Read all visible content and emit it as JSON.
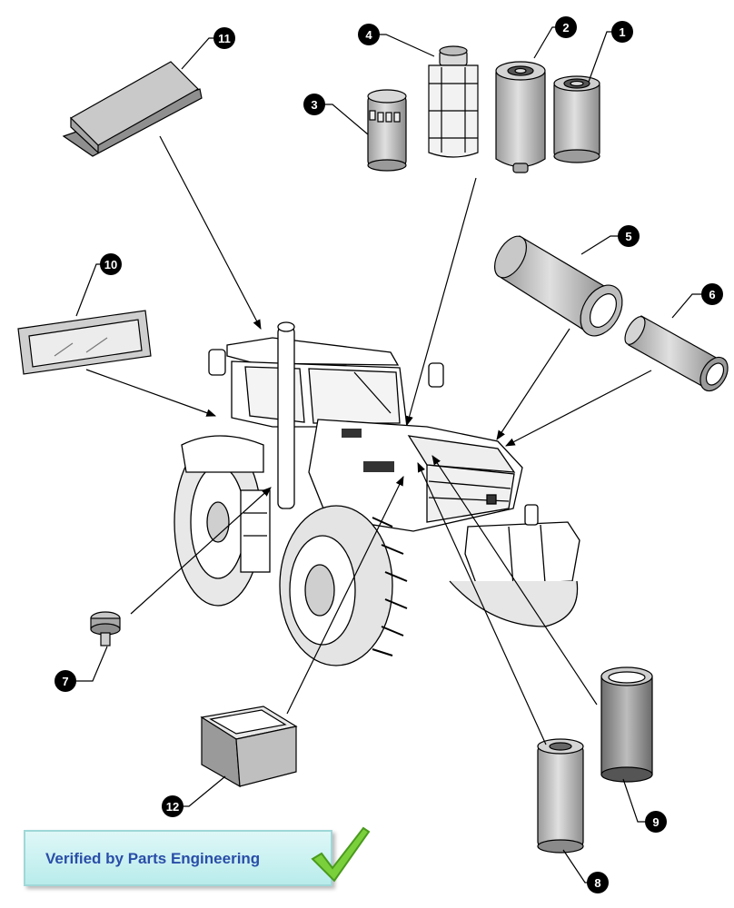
{
  "callouts": [
    {
      "id": "callout-1",
      "label": "1"
    },
    {
      "id": "callout-2",
      "label": "2"
    },
    {
      "id": "callout-3",
      "label": "3"
    },
    {
      "id": "callout-4",
      "label": "4"
    },
    {
      "id": "callout-5",
      "label": "5"
    },
    {
      "id": "callout-6",
      "label": "6"
    },
    {
      "id": "callout-7",
      "label": "7"
    },
    {
      "id": "callout-8",
      "label": "8"
    },
    {
      "id": "callout-9",
      "label": "9"
    },
    {
      "id": "callout-10",
      "label": "10"
    },
    {
      "id": "callout-11",
      "label": "11"
    },
    {
      "id": "callout-12",
      "label": "12"
    }
  ],
  "badge": {
    "text": "Verified by Parts Engineering"
  },
  "colors": {
    "ink": "#000000",
    "part_fill": "#cfcfcf",
    "part_dark": "#8a8a8a",
    "badge_text": "#2a4ea8",
    "check": "#7ad03a"
  }
}
